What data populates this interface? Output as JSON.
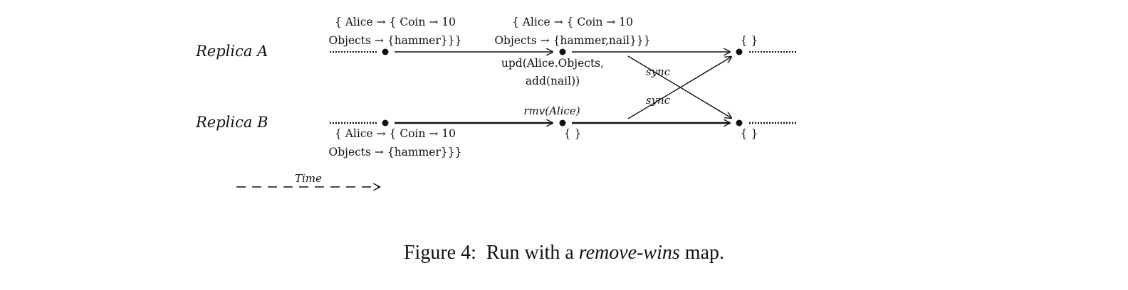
{
  "diagram": {
    "replicas": [
      {
        "name": "Replica A"
      },
      {
        "name": "Replica B"
      }
    ],
    "states": {
      "a_start_line1": "{ Alice → { Coin → 10",
      "a_start_line2": "Objects → {hammer}}}",
      "a_mid_line1": "{ Alice → { Coin → 10",
      "a_mid_line2": "Objects → {hammer,nail}}}",
      "a_end": "{ }",
      "b_start_line1": "{ Alice → { Coin → 10",
      "b_start_line2": "Objects → {hammer}}}",
      "b_mid": "{ }",
      "b_end": "{ }"
    },
    "operations": {
      "upd_line1": "upd(Alice.Objects,",
      "upd_line2": "add(nail))",
      "rmv": "rmv(Alice)"
    },
    "sync_labels": [
      "sync",
      "sync"
    ],
    "time_label": "Time"
  },
  "caption": {
    "prefix": "Figure 4:  Run with a ",
    "emphasis": "remove-wins",
    "suffix": " map."
  }
}
